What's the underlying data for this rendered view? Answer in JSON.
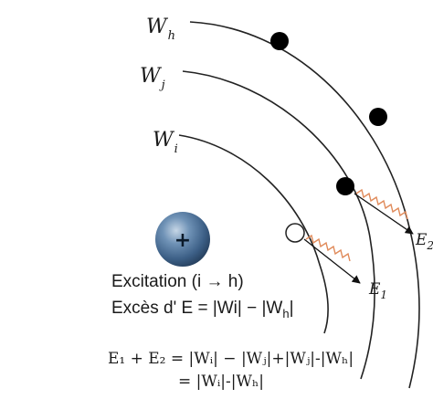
{
  "shells": {
    "outer_label": "W",
    "outer_sub": "h",
    "middle_label": "W",
    "middle_sub": "j",
    "inner_label": "W",
    "inner_sub": "i"
  },
  "nucleus": {
    "symbol": "+"
  },
  "emissions": {
    "e1_label": "E",
    "e1_sub": "1",
    "e2_label": "E",
    "e2_sub": "2"
  },
  "caption": {
    "excitation": "Excitation (i → h)",
    "excess": "Excès d' E = |Wi| − |W",
    "excess_sub": "h",
    "excess_end": "|"
  },
  "equation": {
    "line1": "E₁ + E₂ = |Wᵢ| − |Wⱼ|+|Wⱼ|-|Wₕ|",
    "line2": "= |Wᵢ|-|Wₕ|"
  },
  "colors": {
    "nucleus_fill": "#4a7099",
    "nucleus_highlight": "#b8cde0",
    "orbit_stroke": "#222222",
    "electron": "#000000",
    "wave": "#e08a5a"
  }
}
